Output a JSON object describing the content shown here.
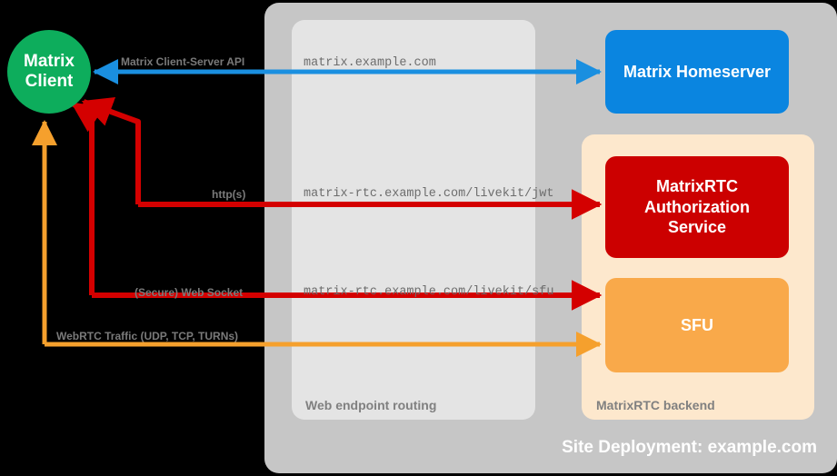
{
  "diagram": {
    "title": "Site Deployment: example.com",
    "background_color": "#000000"
  },
  "zones": {
    "site": {
      "label": "Site Deployment: example.com",
      "color": "#c6c6c6"
    },
    "web_routing": {
      "label": "Web endpoint routing",
      "color": "#e4e4e4"
    },
    "matrixrtc_backend": {
      "label": "MatrixRTC backend",
      "color": "#fde8cd"
    }
  },
  "nodes": [
    {
      "id": "matrix-client",
      "label": "Matrix\nClient",
      "line1": "Matrix",
      "line2": "Client",
      "shape": "circle",
      "color": "#0dad5c"
    },
    {
      "id": "matrix-homeserver",
      "label": "Matrix Homeserver",
      "shape": "rounded-rect",
      "color": "#0a85e0"
    },
    {
      "id": "matrixrtc-authorization-service",
      "label": "MatrixRTC Authorization Service",
      "line1": "MatrixRTC",
      "line2": "Authorization",
      "line3": "Service",
      "shape": "rounded-rect",
      "color": "#cc0000"
    },
    {
      "id": "sfu",
      "label": "SFU",
      "shape": "rounded-rect",
      "color": "#f9a94a"
    }
  ],
  "endpoints": {
    "matrix": "matrix.example.com",
    "livekit_jwt": "matrix-rtc.example.com/livekit/jwt",
    "livekit_sfu": "matrix-rtc.example.com/livekit/sfu"
  },
  "connections": [
    {
      "id": "client-server-api",
      "label": "Matrix Client-Server API",
      "color": "#1a8fe0",
      "from": "matrix-client",
      "to": "matrix-homeserver",
      "direction": "bidirectional"
    },
    {
      "id": "https",
      "label": "http(s)",
      "color": "#d40000",
      "from": "matrix-client",
      "to": "matrixrtc-authorization-service",
      "direction": "bidirectional"
    },
    {
      "id": "secure-web-socket",
      "label": "(Secure) Web Socket",
      "color": "#d40000",
      "from": "matrix-client",
      "to": "sfu",
      "direction": "bidirectional"
    },
    {
      "id": "webrtc-traffic",
      "label": "WebRTC Traffic (UDP, TCP, TURNs)",
      "color": "#f5a02d",
      "from": "matrix-client",
      "to": "sfu",
      "direction": "bidirectional"
    }
  ]
}
